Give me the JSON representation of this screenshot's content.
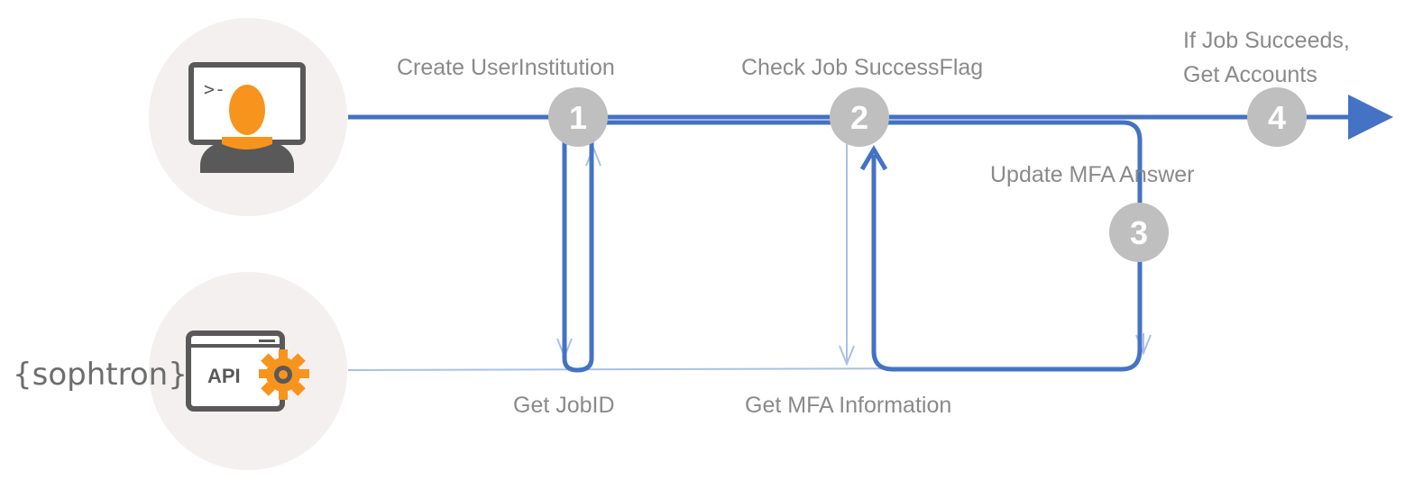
{
  "colors": {
    "flow": "#4472C4",
    "thin_flow": "#aac0e4",
    "badge": "#bfbfbf",
    "label_text": "#8a8a8a",
    "actor_circle": "#f3f0ef",
    "person": "#f7941d",
    "dark": "#595959"
  },
  "actors": {
    "user": {
      "icon": "user-terminal-icon"
    },
    "api": {
      "icon": "api-gear-icon",
      "brand": "{sophtron}",
      "api_text": "API"
    }
  },
  "steps": [
    {
      "number": "1",
      "label": "Create UserInstitution"
    },
    {
      "number": "2",
      "label": "Check Job SuccessFlag"
    },
    {
      "number": "3",
      "label": "Update MFA Answer"
    },
    {
      "number": "4",
      "label_line1": "If Job Succeeds,",
      "label_line2": "Get Accounts"
    }
  ],
  "responses": {
    "job_id": "Get JobID",
    "mfa_info": "Get MFA Information"
  }
}
